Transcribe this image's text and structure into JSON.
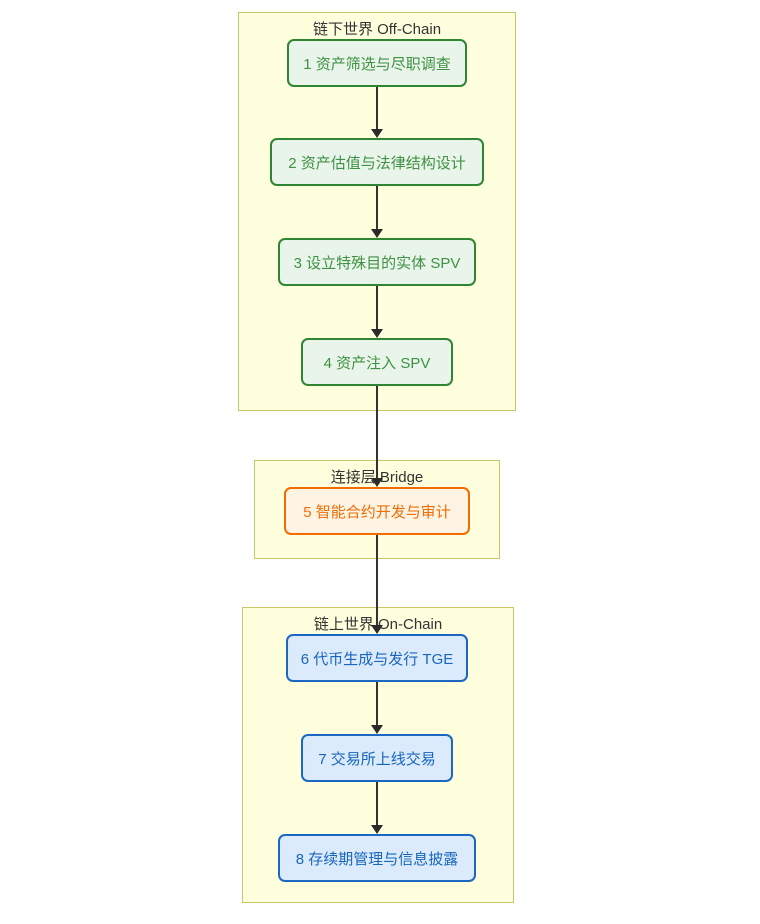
{
  "diagram": {
    "type": "flowchart-top-down",
    "groups": [
      {
        "id": "offchain",
        "title": "链下世界 Off-Chain",
        "node_style": "green",
        "nodes": [
          {
            "id": "1",
            "label": "1 资产筛选与尽职调查"
          },
          {
            "id": "2",
            "label": "2 资产估值与法律结构设计"
          },
          {
            "id": "3",
            "label": "3 设立特殊目的实体 SPV"
          },
          {
            "id": "4",
            "label": "4 资产注入 SPV"
          }
        ]
      },
      {
        "id": "bridge",
        "title": "连接层 Bridge",
        "node_style": "orange",
        "nodes": [
          {
            "id": "5",
            "label": "5 智能合约开发与审计"
          }
        ]
      },
      {
        "id": "onchain",
        "title": "链上世界 On-Chain",
        "node_style": "blue",
        "nodes": [
          {
            "id": "6",
            "label": "6 代币生成与发行 TGE"
          },
          {
            "id": "7",
            "label": "7 交易所上线交易"
          },
          {
            "id": "8",
            "label": "8 存续期管理与信息披露"
          }
        ]
      }
    ],
    "edges": [
      {
        "from": "1",
        "to": "2"
      },
      {
        "from": "2",
        "to": "3"
      },
      {
        "from": "3",
        "to": "4"
      },
      {
        "from": "4",
        "to": "5"
      },
      {
        "from": "5",
        "to": "6"
      },
      {
        "from": "6",
        "to": "7"
      },
      {
        "from": "7",
        "to": "8"
      }
    ],
    "colors": {
      "group_fill": "#ffffde",
      "group_border": "#c6c66a",
      "green_fill": "#e9f4ea",
      "green_border": "#2f8632",
      "green_text": "#3f9143",
      "orange_fill": "#fff3e3",
      "orange_border": "#f26d00",
      "orange_text": "#ef6d05",
      "blue_fill": "#dcebfc",
      "blue_border": "#1a68c2",
      "blue_text": "#1765bd",
      "edge": "#333333",
      "title_text": "#333333",
      "page_background": "#ffffff"
    }
  }
}
